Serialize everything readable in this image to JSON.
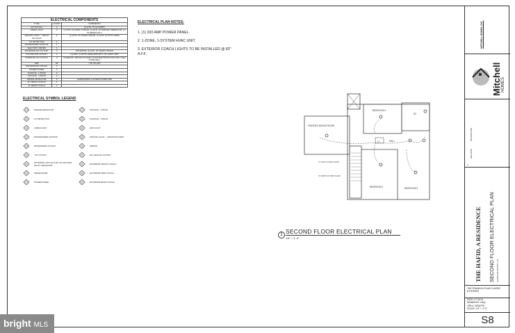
{
  "components": {
    "title": "ELECTRICAL COMPONENTS",
    "headers": [
      "TYPE",
      "COUNT",
      "COMMENTS"
    ],
    "rows": [
      [
        "CR OUTLET",
        "1",
        "(1) ETD. IN LAUNDRY"
      ],
      [
        "CABLE JACK",
        "3",
        "(1) ETD. IN FAMILY ROOM, (1) ETD. IN PRIMARY BEDROOM, (1) IN BEDROOM 4"
      ],
      [
        "CEILING LIGHT - 1 BULB KEYLESS",
        "2",
        "(1) ETD. IN CRAWL SPACE, (1) ETD. IN ATTIC AREA"
      ],
      [
        "CO DETECTOR",
        "2",
        ""
      ],
      [
        "DISHWASHER HOOKUP",
        "1",
        ""
      ],
      [
        "ELECTRIC METER",
        "1",
        ""
      ],
      [
        "EXTERIOR GFI OUTLET",
        "4",
        "EXTERIOR: (1) ETD. IN CRAWL SPACE"
      ],
      [
        "GFI CEILING OUTLET",
        "1",
        "(1) ETD. IN ATTIC AREA WITHIN 6' OF HVAC UNIT"
      ],
      [
        "INTERIOR GFI OUTLET",
        "9",
        "INTERIOR: ABOVE KITCHEN COUNTERTOP/ISLAND ONLY PER CODE REQ."
      ],
      [
        "LED",
        "20",
        "7 IF ON LED"
      ],
      [
        "MICROWAVE OUTLET",
        "1",
        ""
      ],
      [
        "POWER PANEL",
        "1",
        ""
      ],
      [
        "SCONCE - 2 BULB",
        "2",
        ""
      ],
      [
        "SCONCE - 3 BULB",
        "1",
        ""
      ],
      [
        "SMOKE DETECTOR",
        "6",
        "HARDWIRED & INTERCONNECTED"
      ],
      [
        "XL FRONT COACH",
        "1",
        ""
      ],
      [
        "XL REAR COACH",
        "1",
        ""
      ]
    ]
  },
  "legend": {
    "title": "ELECTRICAL SYMBOL LEGEND",
    "items": [
      "SMOKE DETECTOR",
      "SCONCE - 2 BULB",
      "CO DETECTOR",
      "SCONCE - 3 BULB",
      "CABLE JACK",
      "LED LIGHT",
      "DISHWASHER HOOKUP",
      "CEILING LIGHT - 1 BULB KEYLESS",
      "MICROWAVE OUTLET",
      "WIRING",
      "'CR' OUTLET",
      "GFI CEILING OUTLET",
      "EXTERIOR 110V OUTLET W/ GROUND FAULT INDICATOR",
      "EXTERIOR FRONT COACH",
      "METER BASE",
      "EXTERIOR SIDE COACH",
      "POWER PANEL",
      "EXTERIOR REAR COACH"
    ]
  },
  "notes": {
    "title": "ELECTRICAL PLAN NOTES:",
    "items": [
      "1. (1) 200 AMP POWER PANEL.",
      "2. 1-ZONE, 1-SYSTEM HVAC UNIT.",
      "3. EXTERIOR COACH LIGHTS TO BE INSTALLED @ 83\" A.F.F."
    ]
  },
  "plan": {
    "rooms": {
      "bonus": "FINISHED BONUS ROOM",
      "bed4": "BEDROOM 4",
      "b2": "B2",
      "hall": "HALL",
      "bed2": "BEDROOM 2",
      "bed3": "BEDROOM 3",
      "ah": "A.H."
    },
    "callouts": {
      "light": "TO LIGHT AT FIRST FLOOR",
      "switch": "TO SWITCH AT FIRST FLOOR"
    },
    "number": "1",
    "title": "SECOND FLOOR ELECTRICAL PLAN",
    "scale": "1/4\" = 1'-0\""
  },
  "title_block": {
    "company": "MITCHELL HOMES, INC.",
    "logo_text": "Mitchell",
    "logo_sub": "HOMES",
    "rev_header": "REV DATE",
    "desc_header": "DESCRIPTION",
    "rev_num": "#",
    "project": "THE HAFID, A RESIDENCE",
    "sheet_title": "SECOND FLOOR ELECTRICAL PLAN",
    "location": "LOUDOUN COUNTY, VA",
    "plan_name": "THE FRANKLIN PLAN CLASSIC EXTERIOR",
    "date": "DATE: 07.29.24",
    "drawn_by": "DRAWN BY: HAQ",
    "job": "JOB #: 2020(TR)",
    "scale": "SCALE: 1/4\" = 1'-0\"",
    "sheet": "S8"
  },
  "watermark": {
    "brand": "bright",
    "suffix": "MLS"
  }
}
